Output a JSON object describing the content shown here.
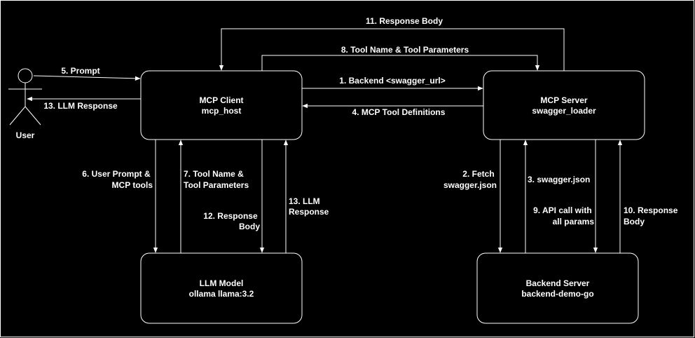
{
  "actor": {
    "label": "User"
  },
  "nodes": {
    "mcp_client": {
      "title": "MCP Client",
      "subtitle": "mcp_host"
    },
    "mcp_server": {
      "title": "MCP Server",
      "subtitle": "swagger_loader"
    },
    "llm_model": {
      "title": "LLM Model",
      "subtitle": "ollama llama:3.2"
    },
    "backend": {
      "title": "Backend Server",
      "subtitle": "backend-demo-go"
    }
  },
  "edges": {
    "e1": [
      "1. Backend <swagger_url>"
    ],
    "e2": [
      "2. Fetch",
      "swagger.json"
    ],
    "e3": [
      "3. swagger.json"
    ],
    "e4": [
      "4. MCP Tool Definitions"
    ],
    "e5": [
      "5. Prompt"
    ],
    "e6": [
      "6. User Prompt &",
      "MCP tools"
    ],
    "e7": [
      "7. Tool Name &",
      "Tool Parameters"
    ],
    "e8": [
      "8. Tool Name & Tool Parameters"
    ],
    "e9": [
      "9. API call with",
      "all params"
    ],
    "e10": [
      "10. Response",
      "Body"
    ],
    "e11": [
      "11. Response Body"
    ],
    "e12": [
      "12. Response",
      "Body"
    ],
    "e13a": [
      "13. LLM Response"
    ],
    "e13b": [
      "13. LLM",
      "Response"
    ]
  },
  "colors": {
    "background": "#000000",
    "stroke": "#ffffff",
    "text": "#ffffff"
  }
}
